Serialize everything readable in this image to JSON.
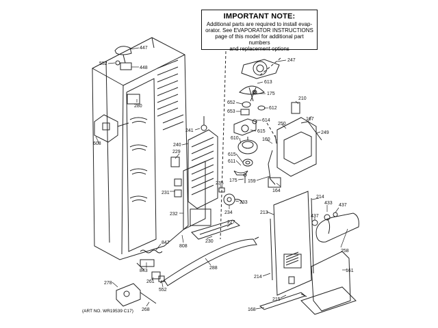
{
  "note": {
    "title": "IMPORTANT NOTE:",
    "lines": [
      "Additional parts are required to install evap-",
      "orator.  See EVAPORATOR INSTRUCTIONS",
      "page of this model for additional part numbers",
      "and replacement options"
    ]
  },
  "art_number": "(ART NO. WR19539 C17)",
  "callouts": {
    "c447": "447",
    "c552a": "552",
    "c448": "448",
    "c280": "280",
    "c608": "608",
    "c247": "247",
    "c613": "613",
    "c175": "175",
    "c652": "652",
    "c612": "612",
    "c653": "653",
    "c614": "614",
    "c615a": "615",
    "c210": "210",
    "c167": "167",
    "c250": "250",
    "c249": "249",
    "c241": "241",
    "c240": "240",
    "c610": "610",
    "c160": "160",
    "c229": "229",
    "c615b": "615",
    "c611": "611",
    "c175b": "175",
    "c159": "159",
    "c164": "164",
    "c235": "235",
    "c231": "231",
    "c233": "233",
    "c214a": "214",
    "c213": "213",
    "c433": "433",
    "c437a": "437",
    "c437b": "437",
    "c234": "234",
    "c232": "232",
    "c227": "227",
    "c847": "847",
    "c808": "808",
    "c230": "230",
    "c258": "258",
    "c843": "843",
    "c288": "288",
    "c214b": "214",
    "c161": "161",
    "c261": "261",
    "c278": "278",
    "c552b": "552",
    "c215": "215",
    "c268": "268",
    "c168": "168"
  }
}
